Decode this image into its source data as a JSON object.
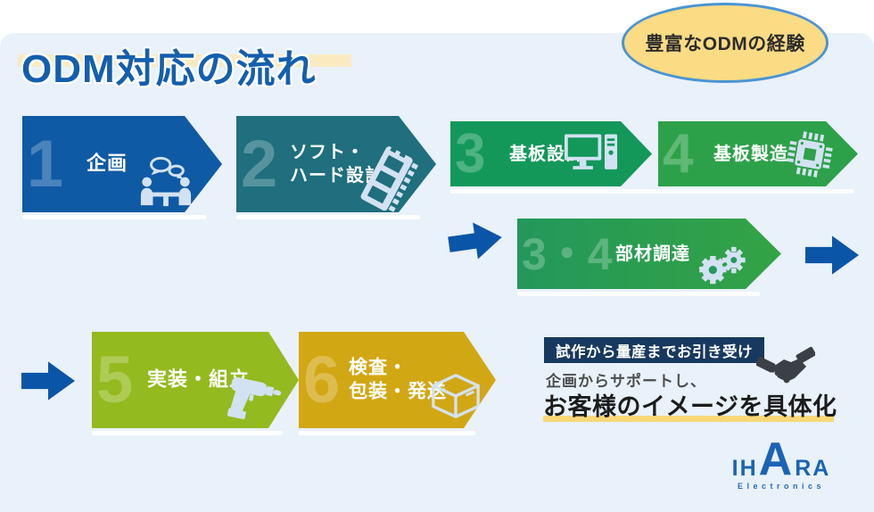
{
  "colors": {
    "panel": "#e9f1fb",
    "arrow": "#0b55a8",
    "title": "#135fae",
    "cream": "#fbeac1",
    "navy": "#17395f",
    "ellipsefill": "#fbdb84",
    "ellipseborder": "#4a94d4",
    "yellow": "#f9d878",
    "ink": "#1c1c1c",
    "iconlight": "#d3e2f2",
    "graytext": "#4d4d4d"
  },
  "header": {
    "title": "ODM対応の流れ"
  },
  "experience_badge": {
    "label": "豊富なODMの経験"
  },
  "steps": [
    {
      "num": "1",
      "lines": [
        "企画"
      ],
      "color": "#0f5aa5",
      "icon": "meeting-icon"
    },
    {
      "num": "2",
      "lines": [
        "ソフト・",
        "ハード設計"
      ],
      "color": "#1f6f7e",
      "icon": "ram-module-icon"
    },
    {
      "num": "3",
      "lines": [
        "基板設計"
      ],
      "color": "#13985a",
      "icon": "desktop-pc-icon"
    },
    {
      "num": "4",
      "lines": [
        "基板製造"
      ],
      "color": "#2da149",
      "icon": "chip-icon"
    },
    {
      "num": "3・4",
      "lines": [
        "部材調達"
      ],
      "color": "#23985b",
      "color2": "#33a344",
      "icon": "gears-icon"
    },
    {
      "num": "5",
      "lines": [
        "実装・組立"
      ],
      "color": "#93ba1e",
      "icon": "drill-icon"
    },
    {
      "num": "6",
      "lines": [
        "検査・",
        "包装・発送"
      ],
      "color": "#d2a714",
      "icon": "package-box-icon"
    }
  ],
  "callout": {
    "badge": "試作から量産までお引き受け",
    "line1": "企画からサポートし、",
    "line2": "お客様のイメージを具体化"
  },
  "logo": {
    "left": "IH",
    "a": "A",
    "right": "RA",
    "sub": "Electronics"
  }
}
